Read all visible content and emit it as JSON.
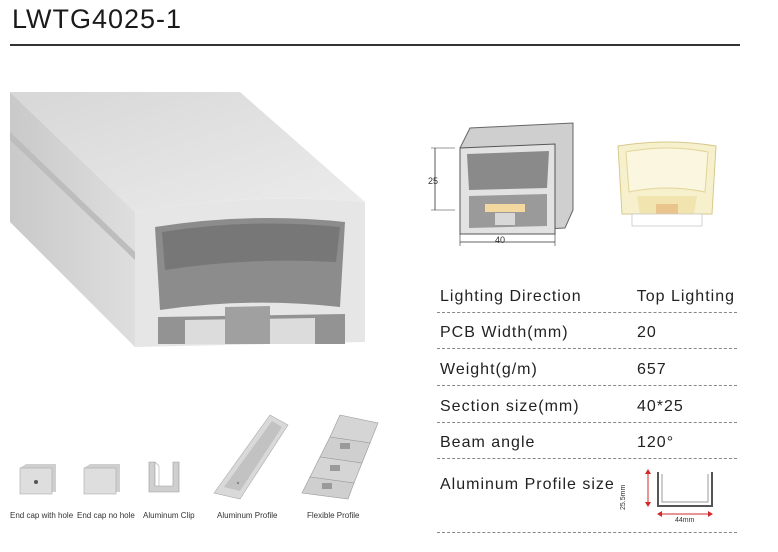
{
  "title": "LWTG4025-1",
  "specs": [
    {
      "label": "Lighting  Direction",
      "value": "Top Lighting"
    },
    {
      "label": "PCB  Width(mm)",
      "value": "20"
    },
    {
      "label": "Weight(g/m)",
      "value": "657"
    },
    {
      "label": "Section size(mm)",
      "value": "40*25"
    },
    {
      "label": "Beam angle",
      "value": "120°"
    },
    {
      "label": "Aluminum Profile size",
      "value": ""
    }
  ],
  "section_drawing": {
    "height_label": "25",
    "width_label": "40"
  },
  "aluminum_dims": {
    "height": "25.5mm",
    "width": "44mm"
  },
  "accessories": [
    {
      "label": "End cap with hole"
    },
    {
      "label": "End cap no hole"
    },
    {
      "label": "Aluminum Clip"
    },
    {
      "label": "Aluminum Profile"
    },
    {
      "label": "Flexible Profile"
    }
  ],
  "colors": {
    "profile_light": "#e3e3e3",
    "profile_dark": "#8a8a8a",
    "glow": "#f6efc9",
    "dim_red": "#d02a2a"
  }
}
